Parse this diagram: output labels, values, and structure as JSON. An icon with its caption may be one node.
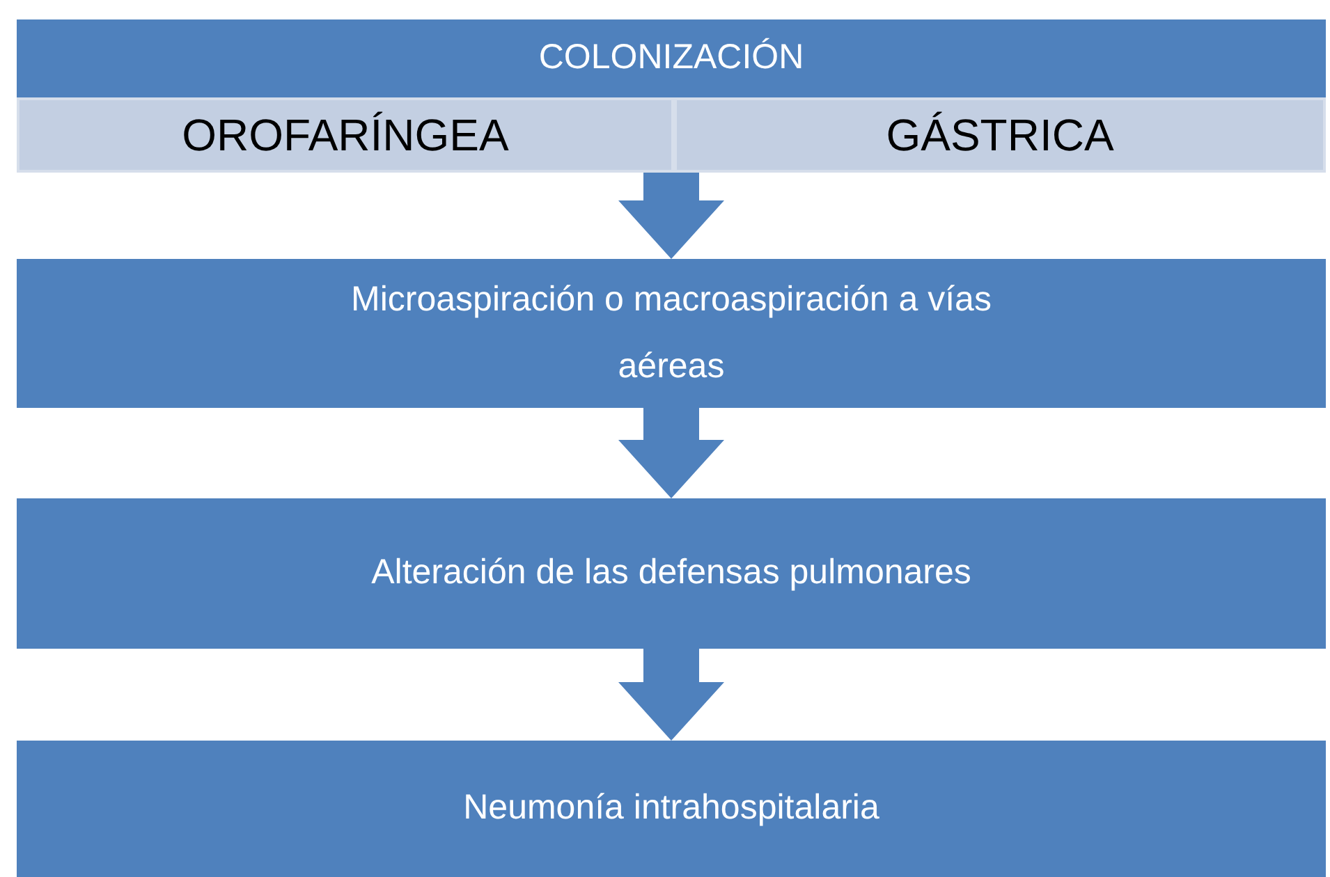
{
  "diagram": {
    "nodes": [
      {
        "text": [
          "COLONIZACIÓN"
        ]
      },
      {
        "text": [
          "OROFARÍNGEA"
        ],
        "in": 0
      },
      {
        "text": [
          "GÁSTRICA"
        ],
        "in": 0
      },
      {
        "text": [
          "Microaspiración o macroaspiración a vías aéreas"
        ]
      },
      {
        "text": [
          "Alteración de las defensas pulmonares"
        ]
      },
      {
        "text": [
          "Neumonía intrahospitalaria"
        ]
      }
    ],
    "edges": [
      {
        "from": 0,
        "to": 3,
        "arrow": "to",
        "style": "thick"
      },
      {
        "from": 3,
        "to": 4,
        "arrow": "to",
        "style": "thick"
      },
      {
        "from": 4,
        "to": 5,
        "arrow": "to",
        "style": "thick"
      }
    ]
  }
}
